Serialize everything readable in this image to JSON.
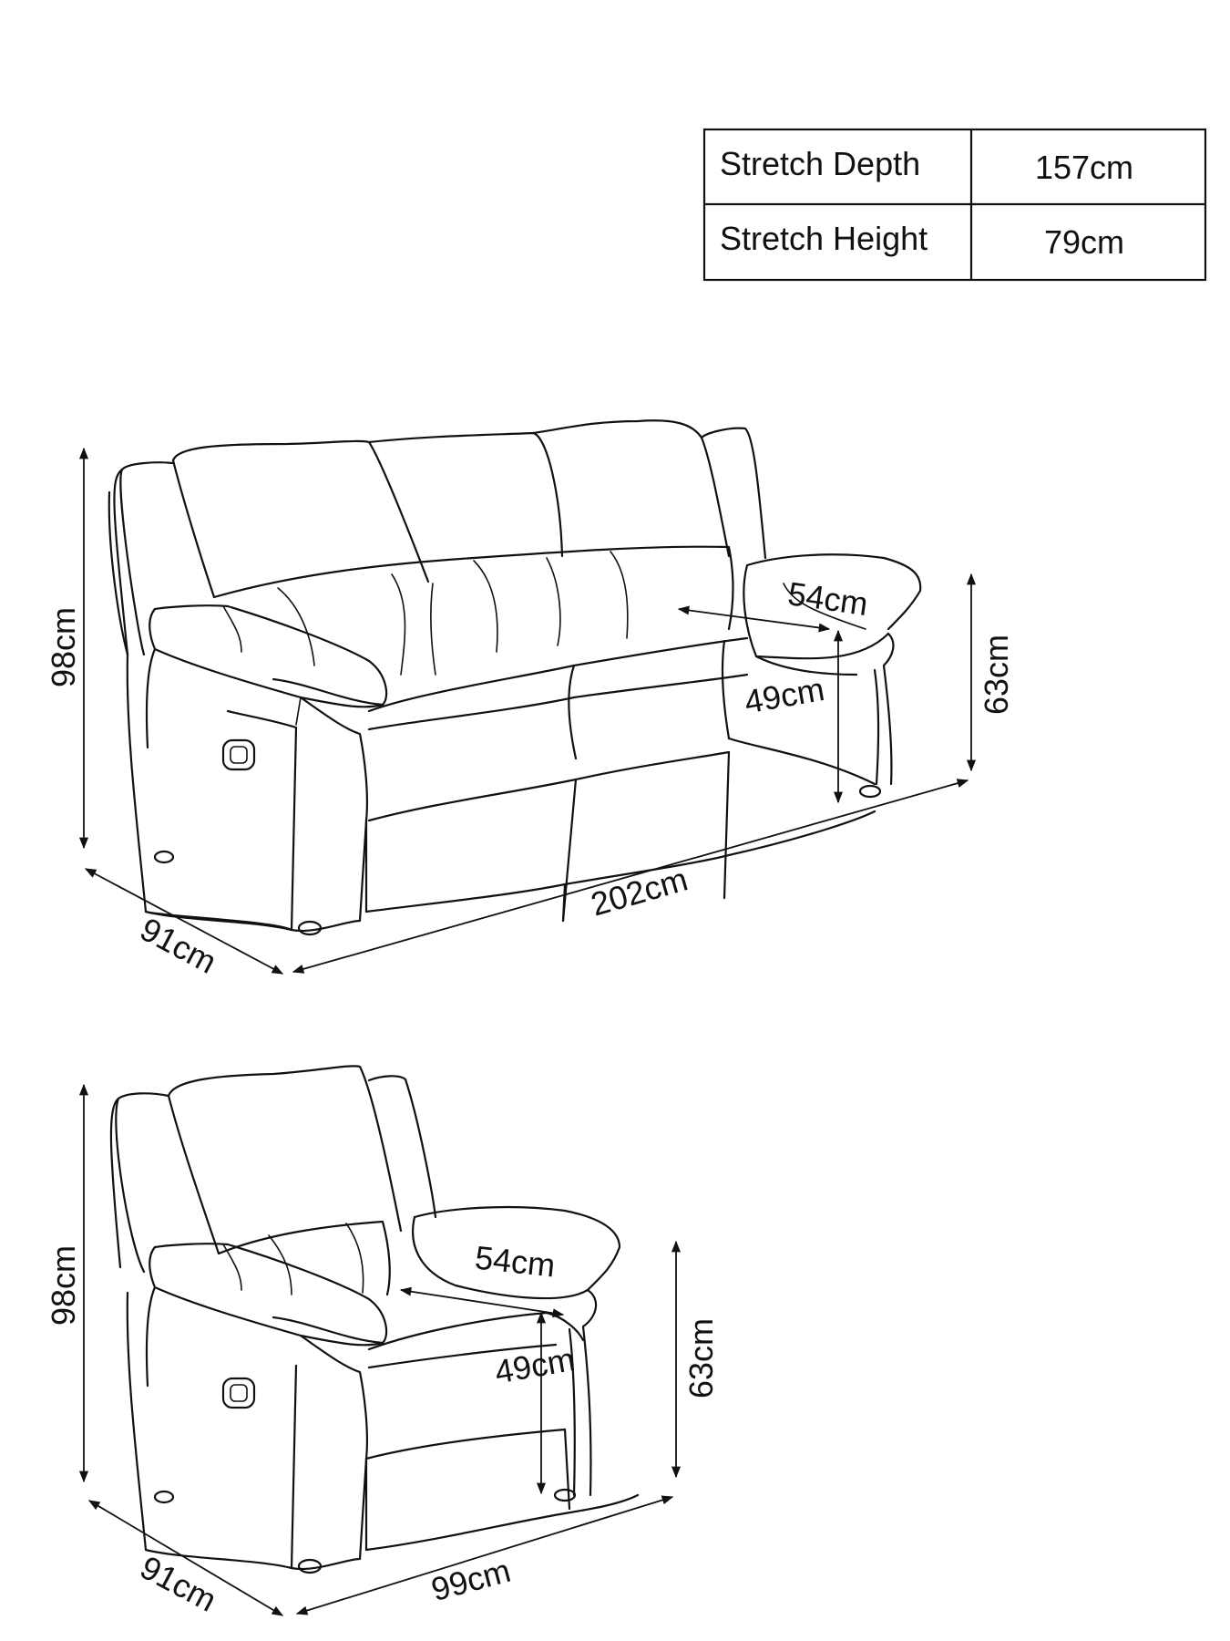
{
  "spec_table": {
    "rows": [
      {
        "label": "Stretch Depth",
        "value": "157cm"
      },
      {
        "label": "Stretch Height",
        "value": "79cm"
      }
    ]
  },
  "sofa": {
    "height": "98cm",
    "depth": "91cm",
    "width": "202cm",
    "arm_height": "63cm",
    "seat_depth": "54cm",
    "seat_height": "49cm"
  },
  "chair": {
    "height": "98cm",
    "depth": "91cm",
    "width": "99cm",
    "arm_height": "63cm",
    "seat_depth": "54cm",
    "seat_height": "49cm"
  }
}
